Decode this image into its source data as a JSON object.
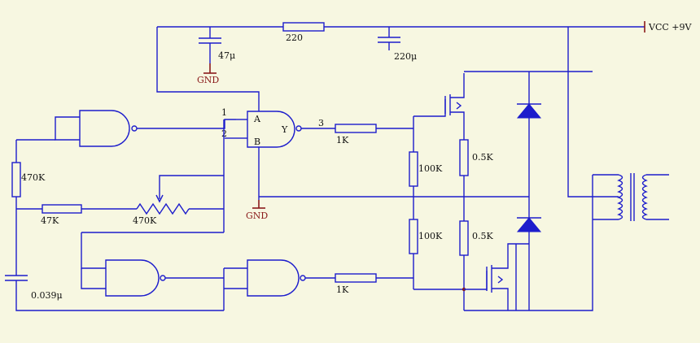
{
  "diagram": {
    "power": {
      "vcc": "VCC +9V",
      "gnd": "GND"
    },
    "pins": {
      "pin1": "1",
      "pin2": "2",
      "pin3": "3",
      "in_a": "A",
      "in_b": "B",
      "out_y": "Y"
    },
    "components": {
      "r_220": "220",
      "c_47u": "47μ",
      "c_220u": "220μ",
      "r_470k": "470K",
      "r_47k": "47K",
      "pot_470k": "470K",
      "c_0039u": "0.039μ",
      "r_1k_top": "1K",
      "r_1k_bottom": "1K",
      "r_100k_top": "100K",
      "r_100k_bottom": "100K",
      "r_05k_top": "0.5K",
      "r_05k_bottom": "0.5K"
    },
    "colors": {
      "wire": "#1d1dcc",
      "ground": "#8a1a1a",
      "background": "#f7f7e1"
    }
  }
}
